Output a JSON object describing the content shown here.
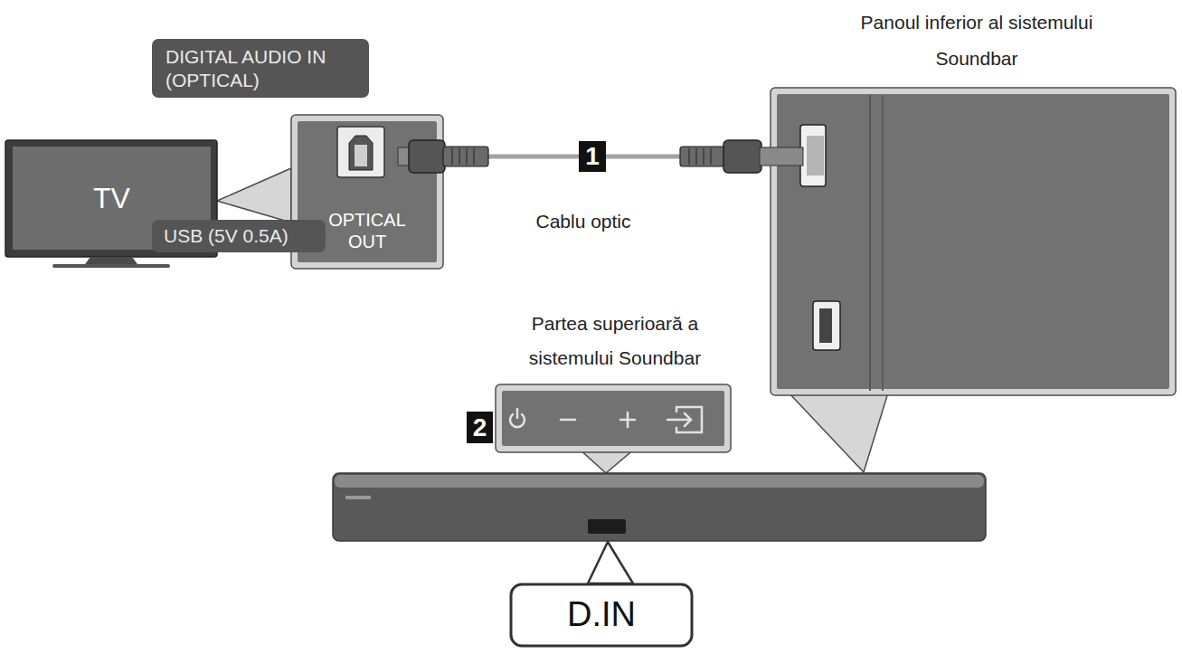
{
  "diagram": {
    "nodes": [
      {
        "text": [
          "TV"
        ]
      },
      {
        "text": [
          "OPTICAL OUT"
        ]
      },
      {
        "text": [
          "Panoul inferior al sistemului Soundbar"
        ]
      },
      {
        "text": [
          "DIGITAL AUDIO IN (OPTICAL)"
        ],
        "in": 2
      },
      {
        "text": [
          "USB (5V 0.5A)"
        ],
        "in": 2
      },
      {
        "text": [
          "Partea superioară a sistemului Soundbar"
        ]
      },
      {
        "text": [
          "D.IN"
        ]
      }
    ],
    "edges": [
      {
        "from": 1,
        "to": 2,
        "arrow": "none",
        "label": "1"
      }
    ],
    "labels": [
      "Cablu optic",
      "2"
    ]
  }
}
